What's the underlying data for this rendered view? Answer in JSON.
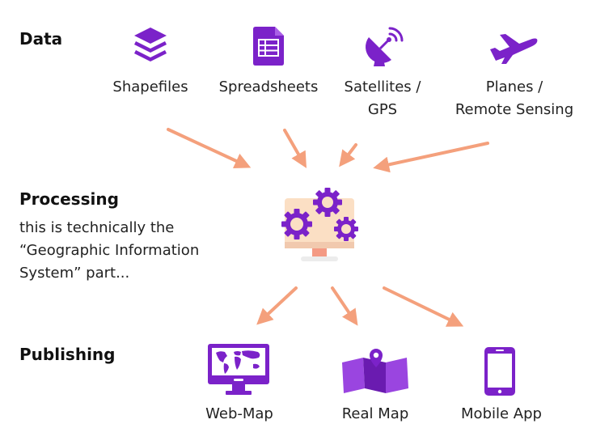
{
  "sections": {
    "data": "Data",
    "processing": "Processing",
    "processing_desc": [
      "this is technically the",
      "“Geographic Information",
      "System” part..."
    ],
    "publishing": "Publishing"
  },
  "sources": [
    {
      "lines": [
        "Shapefiles"
      ],
      "icon": "layers-icon"
    },
    {
      "lines": [
        "Spreadsheets"
      ],
      "icon": "spreadsheet-icon"
    },
    {
      "lines": [
        "Satellites /",
        "GPS"
      ],
      "icon": "satellite-dish-icon"
    },
    {
      "lines": [
        "Planes /",
        "Remote Sensing"
      ],
      "icon": "airplane-icon"
    }
  ],
  "outputs": [
    {
      "label": "Web-Map",
      "icon": "web-map-monitor-icon"
    },
    {
      "label": "Real Map",
      "icon": "folded-map-icon"
    },
    {
      "label": "Mobile App",
      "icon": "mobile-phone-icon"
    }
  ],
  "center_icon": "gears-monitor-icon",
  "colors": {
    "icon": "#7B22C9",
    "arrow": "#F4A07C",
    "monitor": "#FBDFC4",
    "stand": "#F49A84"
  }
}
